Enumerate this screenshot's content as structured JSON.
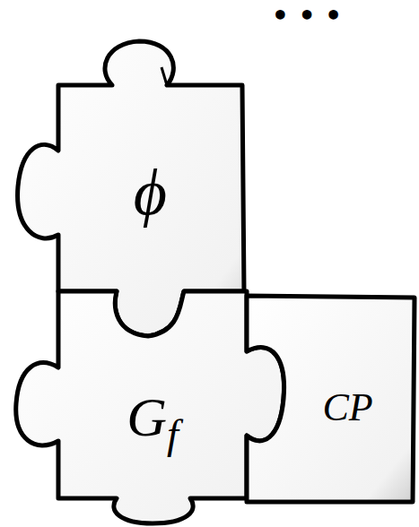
{
  "diagram": {
    "nodes": [
      {
        "text": [
          "ϕ"
        ]
      },
      {
        "text": [
          "Gf"
        ]
      },
      {
        "text": [
          "CP"
        ]
      }
    ],
    "labels": [
      "• • •"
    ]
  }
}
